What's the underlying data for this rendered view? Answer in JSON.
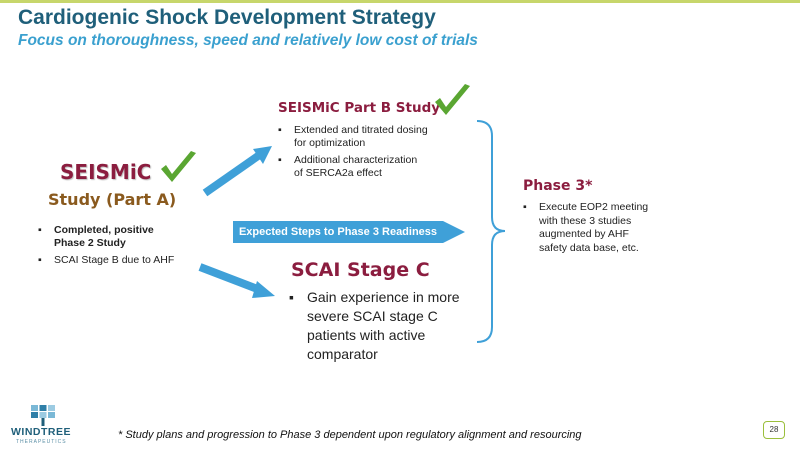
{
  "header": {
    "title": "Cardiogenic Shock Development Strategy",
    "subtitle": "Focus on thoroughness, speed and relatively low cost of trials"
  },
  "seismic_a": {
    "title_line1": "SEISMiC",
    "title_line2": "Study (Part A)",
    "bullets": [
      {
        "line1": "Completed, positive",
        "line2": "Phase 2 Study"
      },
      {
        "line1": "SCAI Stage B due to AHF",
        "line2": ""
      }
    ]
  },
  "seismic_b": {
    "title": "SEISMiC Part B Study",
    "bullets": [
      {
        "line1": "Extended and titrated  dosing",
        "line2": "for optimization"
      },
      {
        "line1": "Additional characterization",
        "line2": "of SERCA2a effect"
      }
    ]
  },
  "center_arrow": {
    "label": "Expected Steps to Phase 3 Readiness"
  },
  "scai_c": {
    "title": "SCAI Stage C",
    "bullets": [
      {
        "lines": [
          "Gain experience in more",
          "severe SCAI stage C",
          "patients with active",
          "comparator"
        ]
      }
    ]
  },
  "phase3": {
    "title": "Phase 3*",
    "bullets": [
      {
        "lines": [
          "Execute EOP2 meeting",
          "with these 3 studies",
          "augmented by AHF",
          "safety data base, etc."
        ]
      }
    ]
  },
  "footer": {
    "footnote": "* Study plans and progression to Phase 3 dependent upon regulatory alignment and resourcing",
    "logo_name": "WINDTREE",
    "logo_sub": "THERAPEUTICS",
    "page_number": "28"
  },
  "colors": {
    "title": "#1f5f7a",
    "subtitle": "#3aa0cf",
    "seismic_title": "#8b1d3f",
    "study_part_a": "#8a5a1e",
    "arrow": "#3fa0d8",
    "bracket": "#3fa0d8",
    "check": "#5aa632",
    "accent_line": "#c7d66b"
  }
}
